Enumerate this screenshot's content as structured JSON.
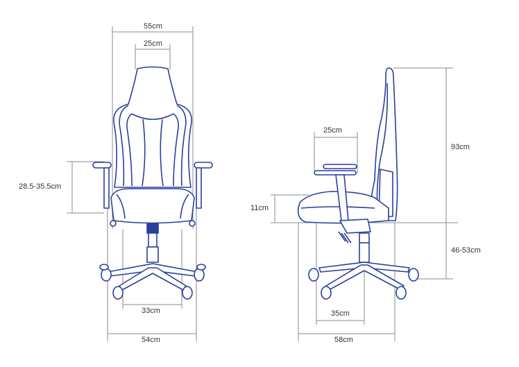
{
  "colors": {
    "outline": "#2a3f9a",
    "dimension_line": "#8a8a8a",
    "text": "#333333",
    "background": "#ffffff"
  },
  "front_view": {
    "overall_width": "55cm",
    "headrest_width": "25cm",
    "armrest_height": "28.5-35.5cm",
    "inner_base_width": "33cm",
    "base_width": "54cm"
  },
  "side_view": {
    "armrest_depth": "25cm",
    "seat_cushion_thickness": "11cm",
    "backrest_height": "93cm",
    "seat_height": "46-53cm",
    "inner_base_depth": "35cm",
    "base_depth": "58cm"
  }
}
